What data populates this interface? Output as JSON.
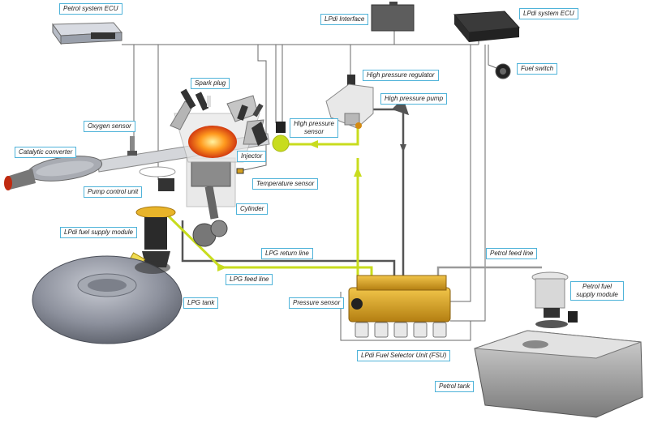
{
  "labels": {
    "petrol_ecu": "Petrol system ECU",
    "lpdi_interface": "LPdi Interface",
    "lpdi_ecu": "LPdi system ECU",
    "fuel_switch": "Fuel switch",
    "spark_plug": "Spark plug",
    "hp_regulator": "High pressure regulator",
    "hp_pump": "High pressure pump",
    "hp_sensor": "High pressure sensor",
    "oxygen_sensor": "Oxygen sensor",
    "injector": "Injector",
    "catalytic_converter": "Catalytic converter",
    "temperature_sensor": "Temperature sensor",
    "pump_control_unit": "Pump control unit",
    "cylinder": "Cylinder",
    "lpdi_fuel_supply": "LPdi fuel supply module",
    "lpg_return_line": "LPG return line",
    "petrol_feed_line": "Petrol feed line",
    "lpg_feed_line": "LPG feed line",
    "petrol_fuel_supply": "Petrol fuel supply module",
    "lpg_tank": "LPG tank",
    "pressure_sensor": "Pressure sensor",
    "fsu": "LPdi Fuel Selector Unit (FSU)",
    "petrol_tank": "Petrol tank"
  },
  "colors": {
    "label_border": "#4fb3d9",
    "lpg_feed": "#c8dc1e",
    "return_line": "#555555",
    "petrol_line": "#9a9a9a",
    "wire": "#6a6a6a",
    "fsu_gold": "#d9a52a"
  },
  "icons": [
    "ecu-icon",
    "interface-icon",
    "fuel-switch-icon",
    "spark-plug-icon",
    "tank-icon",
    "pump-icon",
    "exhaust-icon"
  ]
}
